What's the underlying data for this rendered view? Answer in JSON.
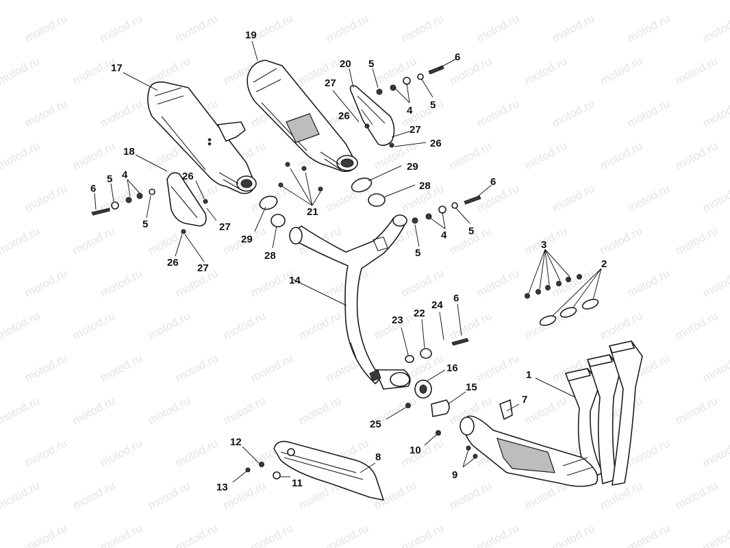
{
  "watermark": "motod.ru",
  "labels": {
    "l1": "1",
    "l2": "2",
    "l3": "3",
    "l4a": "4",
    "l4b": "4",
    "l4c": "4",
    "l5a": "5",
    "l5b": "5",
    "l5c": "5",
    "l5d": "5",
    "l5e": "5",
    "l5f": "5",
    "l6a": "6",
    "l6b": "6",
    "l6c": "6",
    "l6d": "6",
    "l7": "7",
    "l8": "8",
    "l9": "9",
    "l10": "10",
    "l11": "11",
    "l12": "12",
    "l13": "13",
    "l14": "14",
    "l15": "15",
    "l16": "16",
    "l17": "17",
    "l18": "18",
    "l19": "19",
    "l20": "20",
    "l21": "21",
    "l22": "22",
    "l23": "23",
    "l24": "24",
    "l25": "25",
    "l26a": "26",
    "l26b": "26",
    "l26c": "26",
    "l26d": "26",
    "l27a": "27",
    "l27b": "27",
    "l27c": "27",
    "l27d": "27",
    "l28a": "28",
    "l28b": "28",
    "l29a": "29",
    "l29b": "29"
  }
}
